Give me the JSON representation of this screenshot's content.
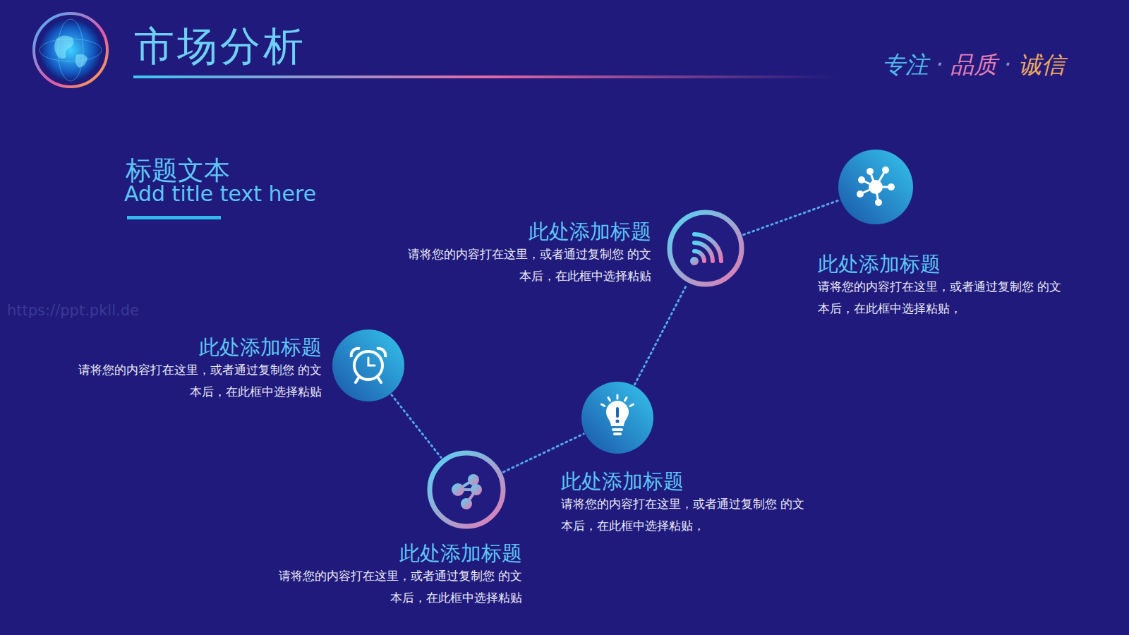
{
  "diagram": {
    "title": "市场分析",
    "nodes": [
      {
        "text": [
          "此处添加标题",
          "请将您的内容打在这里，或者通过复制您 的文本后，在此框中选择粘贴"
        ]
      },
      {
        "text": [
          "此处添加标题",
          "请将您的内容打在这里，或者通过复制您 的文本后，在此框中选择粘贴"
        ]
      },
      {
        "text": [
          "此处添加标题",
          "请将您的内容打在这里，或者通过复制您 的文本后，在此框中选择粘贴，"
        ]
      },
      {
        "text": [
          "此处添加标题",
          "请将您的内容打在这里，或者通过复制您 的文本后，在此框中选择粘贴"
        ]
      },
      {
        "text": [
          "此处添加标题",
          "请将您的内容打在这里，或者通过复制您 的文本后，在此框中选择粘贴，"
        ]
      }
    ],
    "edges": [
      {
        "from": 0,
        "to": 1,
        "arrow": "none"
      },
      {
        "from": 1,
        "to": 2,
        "arrow": "none"
      },
      {
        "from": 2,
        "to": 3,
        "arrow": "none"
      },
      {
        "from": 3,
        "to": 4,
        "arrow": "none"
      }
    ],
    "labels": [
      "专注",
      "·",
      "品质",
      "·",
      "诚信",
      "标题文本",
      "Add title text here",
      "https://ppt.pkll.de"
    ]
  }
}
